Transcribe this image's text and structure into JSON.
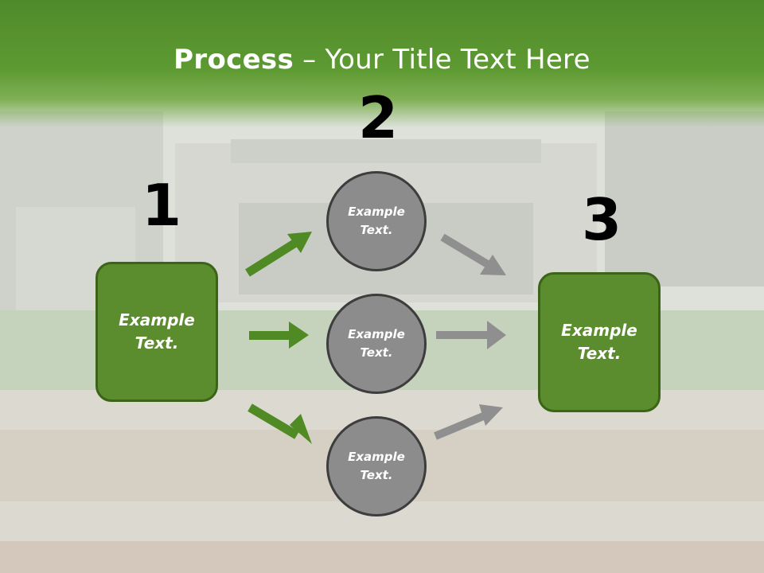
{
  "title": {
    "bold": "Process",
    "rest": " – Your Title Text Here"
  },
  "numbers": {
    "n1": "1",
    "n2": "2",
    "n3": "3"
  },
  "boxes": {
    "left": "Example\nText.",
    "right": "Example\nText."
  },
  "circles": [
    "Example\nText.",
    "Example\nText.",
    "Example\nText."
  ],
  "colors": {
    "green_fill": "#5b8c2e",
    "green_arrow": "#4f8a25",
    "gray_fill": "#8c8c8c",
    "gray_arrow": "#8f8f8f"
  }
}
